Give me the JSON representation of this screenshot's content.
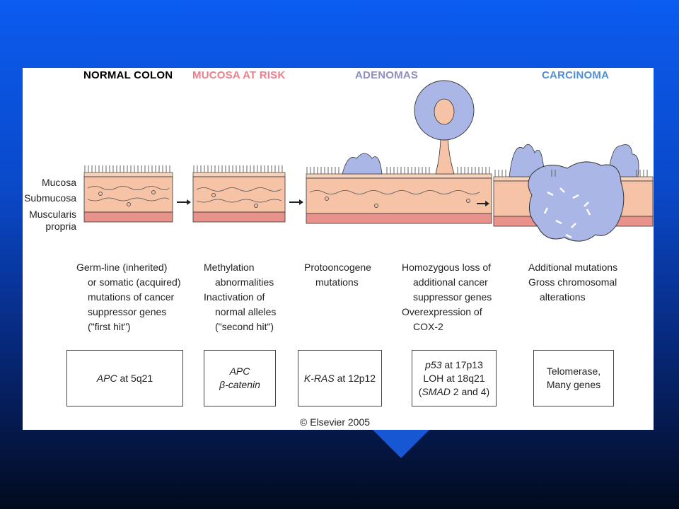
{
  "stages": {
    "normal": "NORMAL COLON",
    "risk": "MUCOSA AT RISK",
    "adenomas": "ADENOMAS",
    "carcinoma": "CARCINOMA"
  },
  "layers": {
    "mucosa": "Mucosa",
    "submucosa": "Submucosa",
    "muscularis1": "Muscularis",
    "muscularis2": "propria"
  },
  "descriptions": {
    "germline": [
      "Germ-line (inherited)",
      "or somatic (acquired)",
      "mutations of cancer",
      "suppressor genes",
      "(\"first hit\")"
    ],
    "methylation": [
      "Methylation",
      "abnormalities",
      "Inactivation of",
      "normal alleles",
      "(\"second hit\")"
    ],
    "protooncogene": [
      "Protooncogene",
      "mutations"
    ],
    "homozygous": [
      "Homozygous loss of",
      "additional cancer",
      "suppressor genes",
      "Overexpression of",
      "COX-2"
    ],
    "additional": [
      "Additional mutations",
      "Gross chromosomal",
      "alterations"
    ]
  },
  "genes": {
    "box1": {
      "gene": "APC",
      "rest": " at 5q21"
    },
    "box2": {
      "line1": "APC",
      "line2": "β-catenin"
    },
    "box3": {
      "gene": "K-RAS",
      "rest": " at 12p12"
    },
    "box4": {
      "gene": "p53",
      "rest1": " at 17p13",
      "line2": "LOH at 18q21",
      "open": "(",
      "smad": "SMAD",
      "close": " 2 and 4)"
    },
    "box5": {
      "line1": "Telomerase,",
      "line2": "Many genes"
    }
  },
  "copyright": "© Elsevier 2005",
  "colors": {
    "normal": "#1a1a1a",
    "risk": "#f07d8c",
    "adenomas": "#8d8fc2",
    "carcinoma": "#4f8fd6",
    "tissue": "#f6c3a6",
    "muscle": "#e9928c",
    "tumor": "#aab7e6"
  }
}
